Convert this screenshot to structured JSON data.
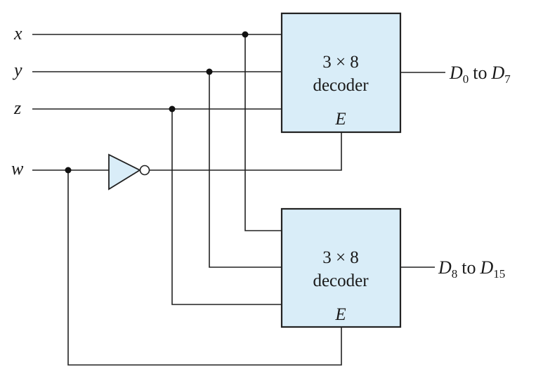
{
  "inputs": {
    "x": "x",
    "y": "y",
    "z": "z",
    "w": "w"
  },
  "decoders": [
    {
      "line1": "3 × 8",
      "line2": "decoder",
      "enable": "E",
      "output": {
        "from_base": "D",
        "from_sub": "0",
        "to": "to",
        "to_base": "D",
        "to_sub": "7"
      }
    },
    {
      "line1": "3 × 8",
      "line2": "decoder",
      "enable": "E",
      "output": {
        "from_base": "D",
        "from_sub": "8",
        "to": "to",
        "to_base": "D",
        "to_sub": "15"
      }
    }
  ],
  "colors": {
    "box_fill": "#d9edf8",
    "stroke": "#222222"
  }
}
